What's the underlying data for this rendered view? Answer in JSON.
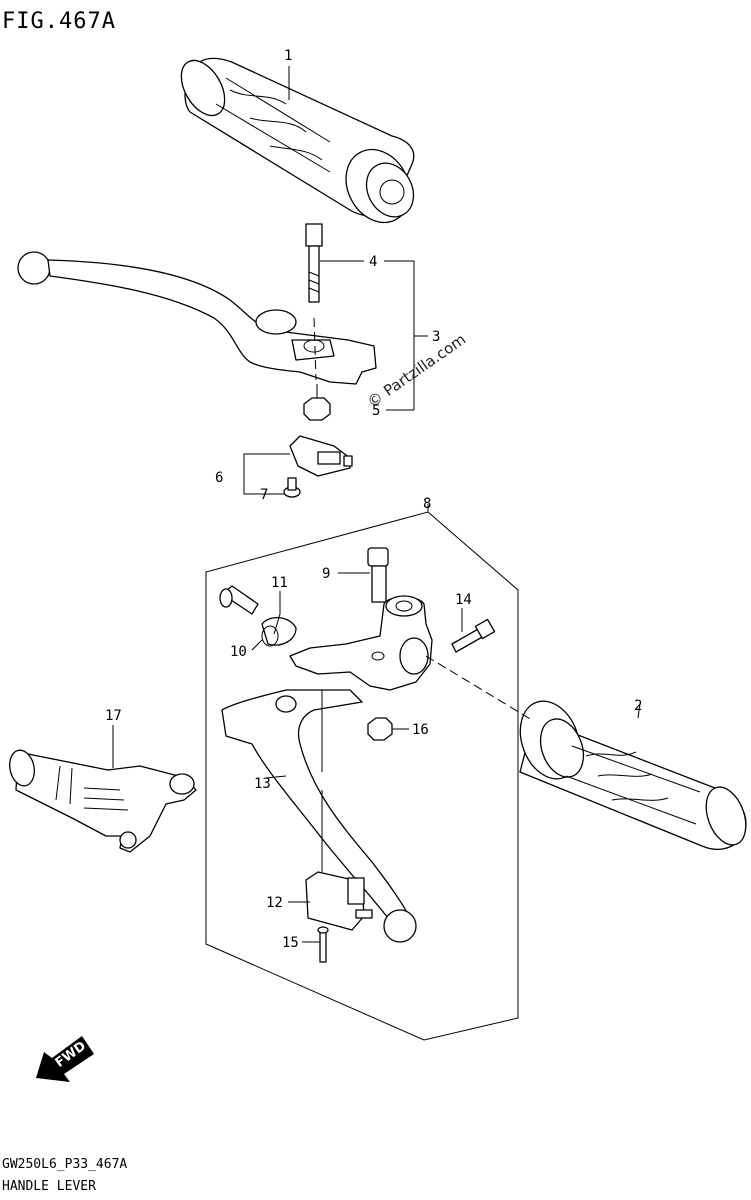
{
  "figure": {
    "title": "FIG.467A",
    "footer_code": "GW250L6_P33_467A",
    "footer_name": "HANDLE LEVER",
    "watermark": "© Partzilla.com",
    "fwd_label": "FWD"
  },
  "callouts": [
    "1",
    "2",
    "3",
    "4",
    "5",
    "6",
    "7",
    "8",
    "9",
    "10",
    "11",
    "12",
    "13",
    "14",
    "15",
    "16",
    "17"
  ]
}
